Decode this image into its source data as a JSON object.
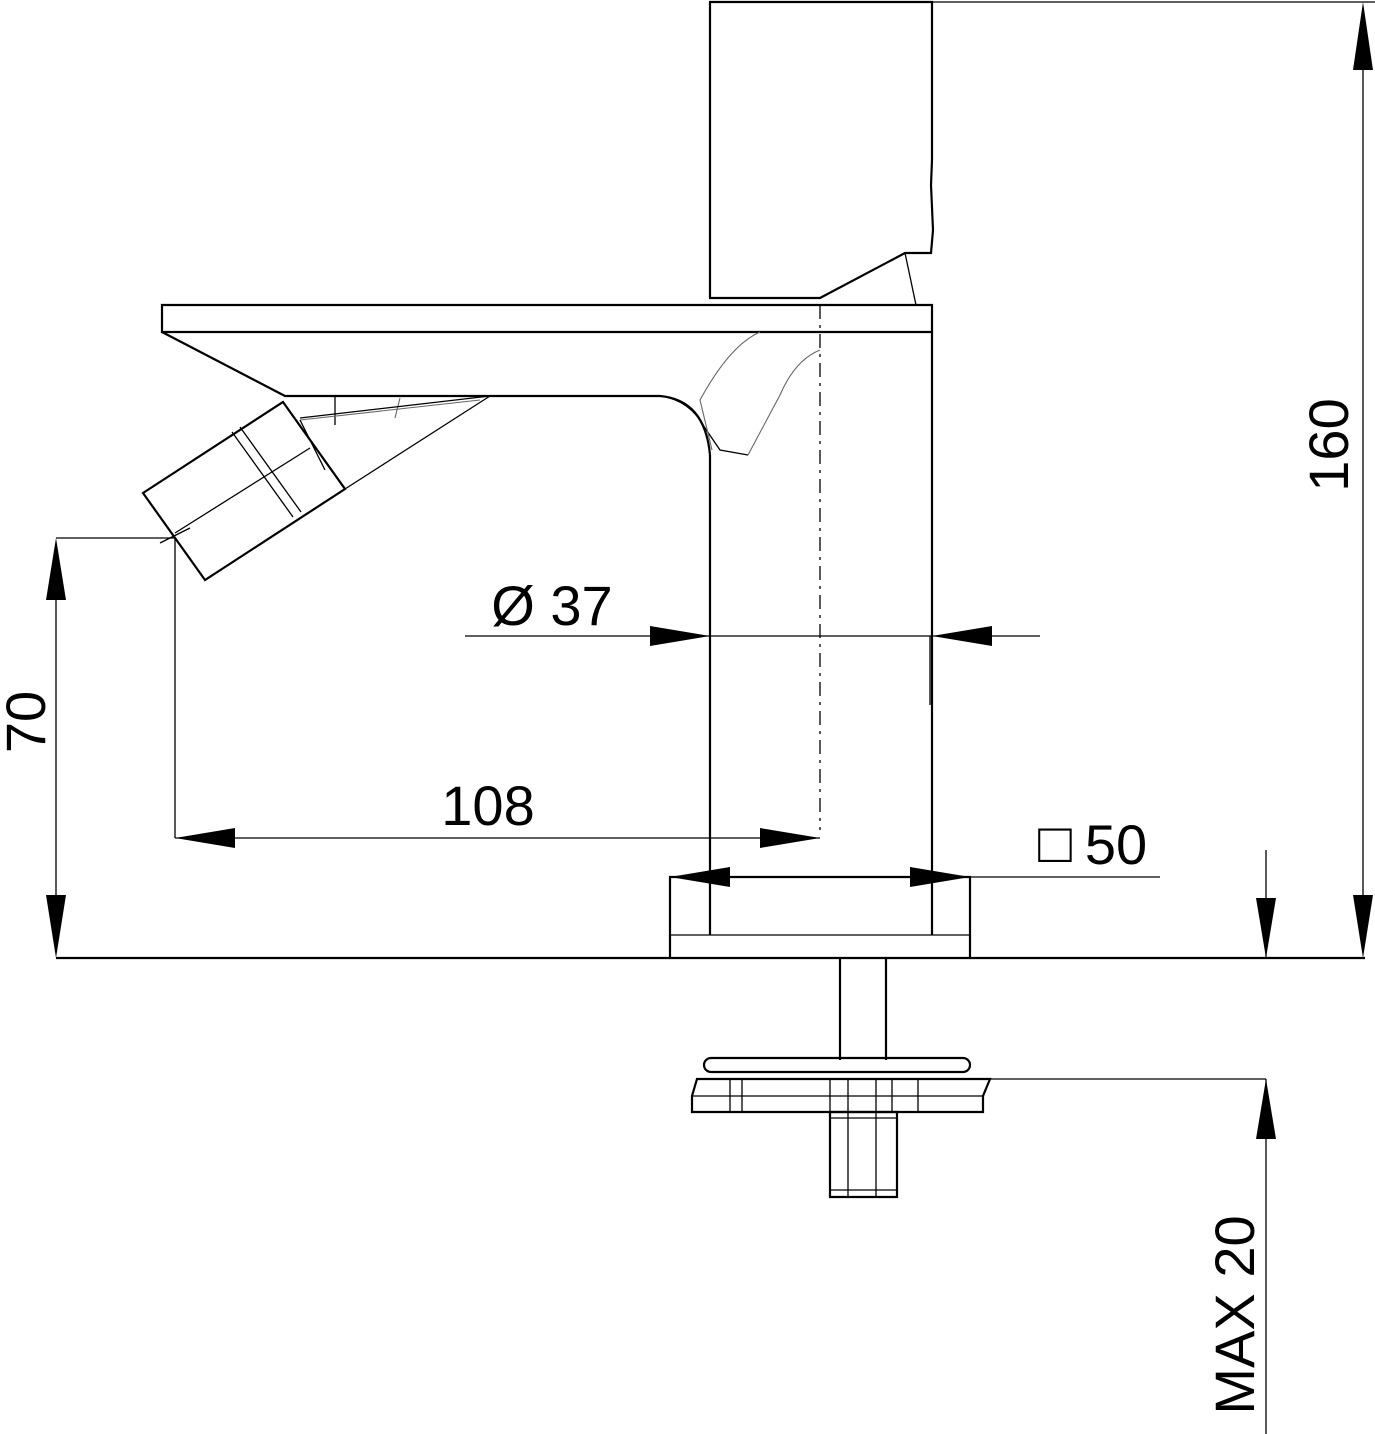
{
  "dimensions": {
    "height_total": "160",
    "spout_height": "70",
    "spout_reach": "108",
    "body_diameter": "Ø 37",
    "base_square_symbol": "□",
    "base_square": "50",
    "max_deck_thickness": "MAX 20"
  },
  "colors": {
    "line": "#000000",
    "background": "#ffffff"
  }
}
